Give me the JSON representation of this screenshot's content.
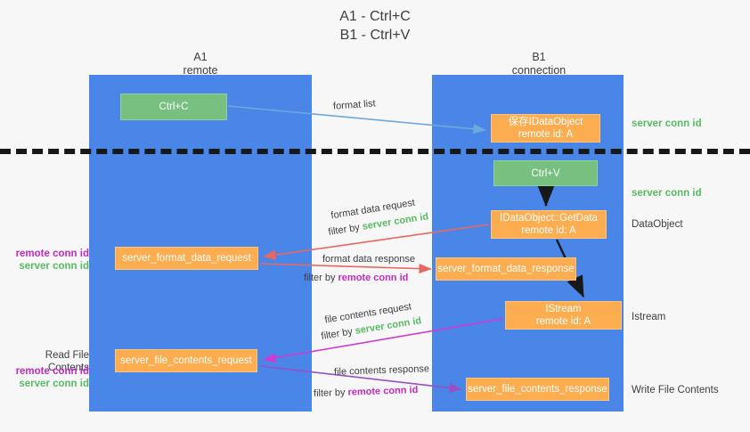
{
  "title": {
    "line1": "A1 - Ctrl+C",
    "line2": "B1 - Ctrl+V"
  },
  "columns": {
    "left": {
      "name": "A1",
      "role": "remote"
    },
    "right": {
      "name": "B1",
      "role": "connection"
    }
  },
  "nodes": {
    "ctrl_c": {
      "label": "Ctrl+C",
      "color": "#77c080"
    },
    "ctrl_v": {
      "label": "Ctrl+V",
      "color": "#77c080"
    },
    "save_idataobject": {
      "line1": "保存IDataObject",
      "line2": "remote id: A",
      "color": "#fbad50"
    },
    "getdata": {
      "line1": "IDataObject::GetData",
      "line2": "remote id: A",
      "color": "#fbad50"
    },
    "istream": {
      "line1": "IStream",
      "line2": "remote id: A",
      "color": "#fbad50"
    },
    "server_format_data_request": {
      "label": "server_format_data_request",
      "color": "#fbad50"
    },
    "server_format_data_response": {
      "label": "server_format_data_response",
      "color": "#fbad50"
    },
    "server_file_contents_request": {
      "label": "server_file_contents_request",
      "color": "#fbad50"
    },
    "server_file_contents_response": {
      "label": "server_file_contents_response",
      "color": "#fbad50"
    }
  },
  "edge_labels": {
    "format_list": "format list",
    "format_data_request": "format data request",
    "format_data_request_filter_prefix": "filter by ",
    "format_data_request_filter_value": "server conn id",
    "format_data_response": "format data response",
    "format_data_response_filter_prefix": "filter by ",
    "format_data_response_filter_value": "remote conn id",
    "file_contents_request": "file contents request",
    "file_contents_request_filter_prefix": "filter by ",
    "file_contents_request_filter_value": "server conn id",
    "file_contents_response": "file contents response",
    "file_contents_response_filter_prefix": "filter by ",
    "file_contents_response_filter_value": "remote conn id"
  },
  "annotations": {
    "right": {
      "server_conn_id_top": "server conn id",
      "server_conn_id_mid": "server conn id",
      "dataobject": "DataObject",
      "istream": "Istream",
      "write_file_contents": "Write File Contents"
    },
    "left": {
      "remote_conn_id_1": "remote conn id",
      "server_conn_id_1": "server conn id",
      "read_file_contents": "Read File Contents",
      "remote_conn_id_2": "remote conn id",
      "server_conn_id_2": "server conn id"
    }
  },
  "colors": {
    "lane": "#4a86e8",
    "green": "#57bb63",
    "magenta": "#c02bc0",
    "orange": "#fbad50",
    "arrow_blue": "#6fa8dc",
    "arrow_red": "#e8685d",
    "arrow_magenta": "#d03bd0",
    "arrow_purple": "#9a4fc4",
    "arrow_black": "#17181a",
    "background": "#f7f7f7"
  }
}
